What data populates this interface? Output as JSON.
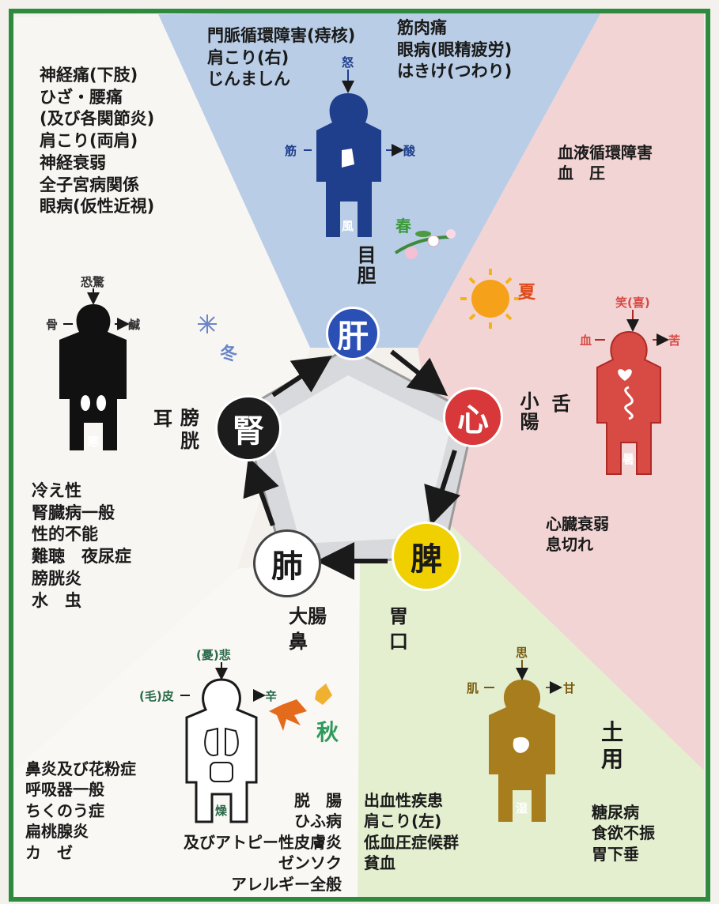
{
  "organs": {
    "liver": {
      "name": "肝",
      "color": "#2a4fb5",
      "text_color": "#ffffff",
      "pair": [
        "目",
        "胆"
      ]
    },
    "heart": {
      "name": "心",
      "color": "#d9383a",
      "text_color": "#ffffff",
      "pair": [
        "小",
        "陽"
      ],
      "sense": "舌"
    },
    "spleen": {
      "name": "脾",
      "color": "#f0d000",
      "text_color": "#1a1a1a",
      "pair": [
        "胃",
        "口"
      ]
    },
    "lung": {
      "name": "肺",
      "color": "#ffffff",
      "text_color": "#1a1a1a",
      "pair": [
        "大腸",
        "鼻"
      ]
    },
    "kidney": {
      "name": "腎",
      "color": "#1c1c1c",
      "text_color": "#ffffff",
      "pair": [
        "膀",
        "胱"
      ],
      "sense": "耳"
    }
  },
  "seasons": {
    "spring": "春",
    "summer": "夏",
    "autumn": "秋",
    "winter": "冬",
    "doyo": [
      "土",
      "用"
    ]
  },
  "figures": {
    "liver": {
      "top": "怒",
      "left": "筋",
      "right": "酸",
      "bottom": "風",
      "color": "#1f3f8c"
    },
    "heart": {
      "top": "笑(喜)",
      "left": "血",
      "right": "苦",
      "bottom": "暑",
      "color": "#d84a44"
    },
    "spleen": {
      "top": "思",
      "left": "肌",
      "right": "甘",
      "bottom": "湿",
      "color": "#a87d1e"
    },
    "lung": {
      "top": "(憂)悲",
      "left": "(毛)皮",
      "right": "辛",
      "bottom": "燥",
      "color": "#ffffff"
    },
    "kidney": {
      "top": "恐驚",
      "left": "骨",
      "right": "鹹",
      "bottom": "寒",
      "color": "#111111"
    }
  },
  "ailments": {
    "liver_left": [
      "門脈循環障害(痔核)",
      "肩こり(右)",
      "じんましん"
    ],
    "liver_right": [
      "筋肉痛",
      "眼病(眼精疲労)",
      "はきけ(つわり)"
    ],
    "heart_top": [
      "血液循環障害",
      "血　圧"
    ],
    "heart_bottom": [
      "心臓衰弱",
      "息切れ"
    ],
    "kidney_top": [
      "神経痛(下肢)",
      "ひざ・腰痛",
      "(及び各関節炎)",
      "肩こり(両肩)",
      "神経衰弱",
      "全子宮病関係",
      "眼病(仮性近視)"
    ],
    "kidney_bottom": [
      "冷え性",
      "腎臓病一般",
      "性的不能",
      "難聴　夜尿症",
      "膀胱炎",
      "水　虫"
    ],
    "lung_left": [
      "鼻炎及び花粉症",
      "呼吸器一般",
      "ちくのう症",
      "扁桃腺炎",
      "カ　ゼ"
    ],
    "lung_right": [
      "脱　腸",
      "ひふ病",
      "及びアトピー性皮膚炎",
      "ゼンソク",
      "アレルギー全般"
    ],
    "spleen_left": [
      "出血性疾患",
      "肩こり(左)",
      "低血圧症候群",
      "貧血"
    ],
    "spleen_right": [
      "糖尿病",
      "食欲不振",
      "胃下垂"
    ]
  }
}
